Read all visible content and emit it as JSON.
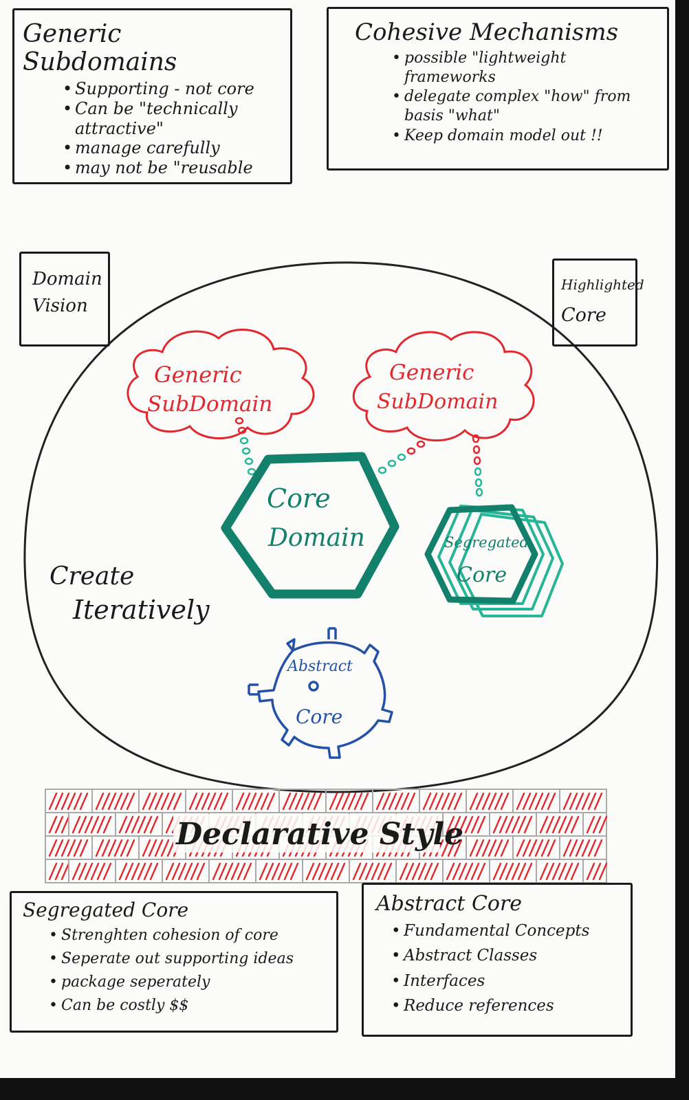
{
  "boxes": {
    "generic_subdomains": {
      "title": "Generic Subdomains",
      "items": [
        "Supporting - not core",
        "Can be \"technically attractive\"",
        "manage carefully",
        "may not be \"reusable"
      ]
    },
    "cohesive_mechanisms": {
      "title": "Cohesive Mechanisms",
      "items": [
        "possible \"lightweight frameworks",
        "delegate complex \"how\" from basis \"what\"",
        "Keep domain model out !!"
      ]
    },
    "domain_vision": {
      "line1": "Domain",
      "line2": "Vision"
    },
    "highlighted_core": {
      "line1": "Highlighted",
      "line2": "Core"
    },
    "segregated_core": {
      "title": "Segregated Core",
      "items": [
        "Strenghten cohesion of core",
        "Seperate out supporting ideas",
        "package seperately",
        "Can be costly $$"
      ]
    },
    "abstract_core": {
      "title": "Abstract Core",
      "items": [
        "Fundamental Concepts",
        "Abstract Classes",
        "Interfaces",
        "Reduce references"
      ]
    }
  },
  "diagram": {
    "cloud_left": {
      "line1": "Generic",
      "line2": "SubDomain"
    },
    "cloud_right": {
      "line1": "Generic",
      "line2": "SubDomain"
    },
    "core_domain": {
      "line1": "Core",
      "line2": "Domain"
    },
    "segregated": {
      "line1": "Segregated",
      "line2": "Core"
    },
    "abstract": {
      "line1": "Abstract",
      "line2": "Core"
    },
    "create": {
      "line1": "Create",
      "line2": "Iteratively"
    },
    "wall_label": "Declarative Style"
  },
  "colors": {
    "ink": "#1a1a1a",
    "red": "#e0282e",
    "green": "#12806a",
    "teal": "#26b596",
    "blue": "#2451a8",
    "brick_line": "#a9a9a9"
  }
}
